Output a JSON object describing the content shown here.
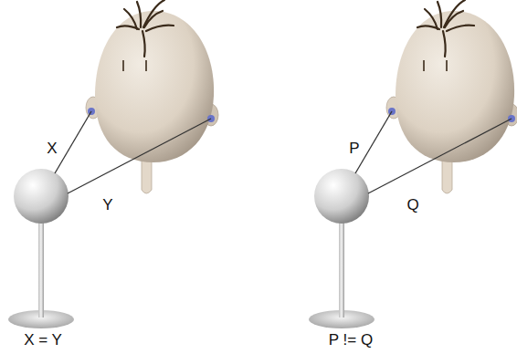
{
  "diagram": {
    "labels": [
      "X",
      "Y",
      "X = Y",
      "P",
      "Q",
      "P != Q"
    ]
  }
}
